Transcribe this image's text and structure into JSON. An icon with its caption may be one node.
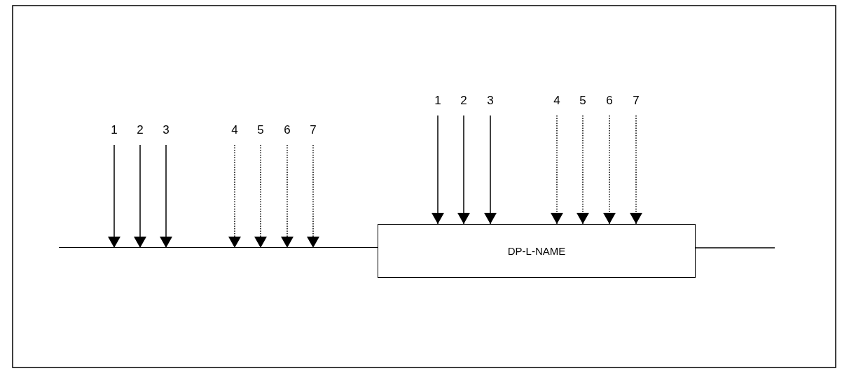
{
  "diagram": {
    "nodes": [
      {
        "text": [
          "1"
        ]
      },
      {
        "text": [
          "2"
        ]
      },
      {
        "text": [
          "3"
        ]
      },
      {
        "text": [
          "4"
        ]
      },
      {
        "text": [
          "5"
        ]
      },
      {
        "text": [
          "6"
        ]
      },
      {
        "text": [
          "7"
        ]
      },
      {
        "text": [
          "1"
        ]
      },
      {
        "text": [
          "2"
        ]
      },
      {
        "text": [
          "3"
        ]
      },
      {
        "text": [
          "4"
        ]
      },
      {
        "text": [
          "5"
        ]
      },
      {
        "text": [
          "6"
        ]
      },
      {
        "text": [
          "7"
        ]
      },
      {
        "text": [],
        "shape": "line"
      },
      {
        "text": [
          "DP-L-NAME"
        ]
      }
    ],
    "edges": [
      {
        "from": 0,
        "to": 14,
        "arrow": "to"
      },
      {
        "from": 1,
        "to": 14,
        "arrow": "to"
      },
      {
        "from": 2,
        "to": 14,
        "arrow": "to"
      },
      {
        "from": 3,
        "to": 14,
        "arrow": "to",
        "style": "dashed"
      },
      {
        "from": 4,
        "to": 14,
        "arrow": "to",
        "style": "dashed"
      },
      {
        "from": 5,
        "to": 14,
        "arrow": "to",
        "style": "dashed"
      },
      {
        "from": 6,
        "to": 14,
        "arrow": "to",
        "style": "dashed"
      },
      {
        "from": 7,
        "to": 15,
        "arrow": "to"
      },
      {
        "from": 8,
        "to": 15,
        "arrow": "to"
      },
      {
        "from": 9,
        "to": 15,
        "arrow": "to"
      },
      {
        "from": 10,
        "to": 15,
        "arrow": "to",
        "style": "dashed"
      },
      {
        "from": 11,
        "to": 15,
        "arrow": "to",
        "style": "dashed"
      },
      {
        "from": 12,
        "to": 15,
        "arrow": "to",
        "style": "dashed"
      },
      {
        "from": 13,
        "to": 15,
        "arrow": "to",
        "style": "dashed"
      },
      {
        "from": 15,
        "to": null,
        "arrow": "none"
      }
    ]
  }
}
